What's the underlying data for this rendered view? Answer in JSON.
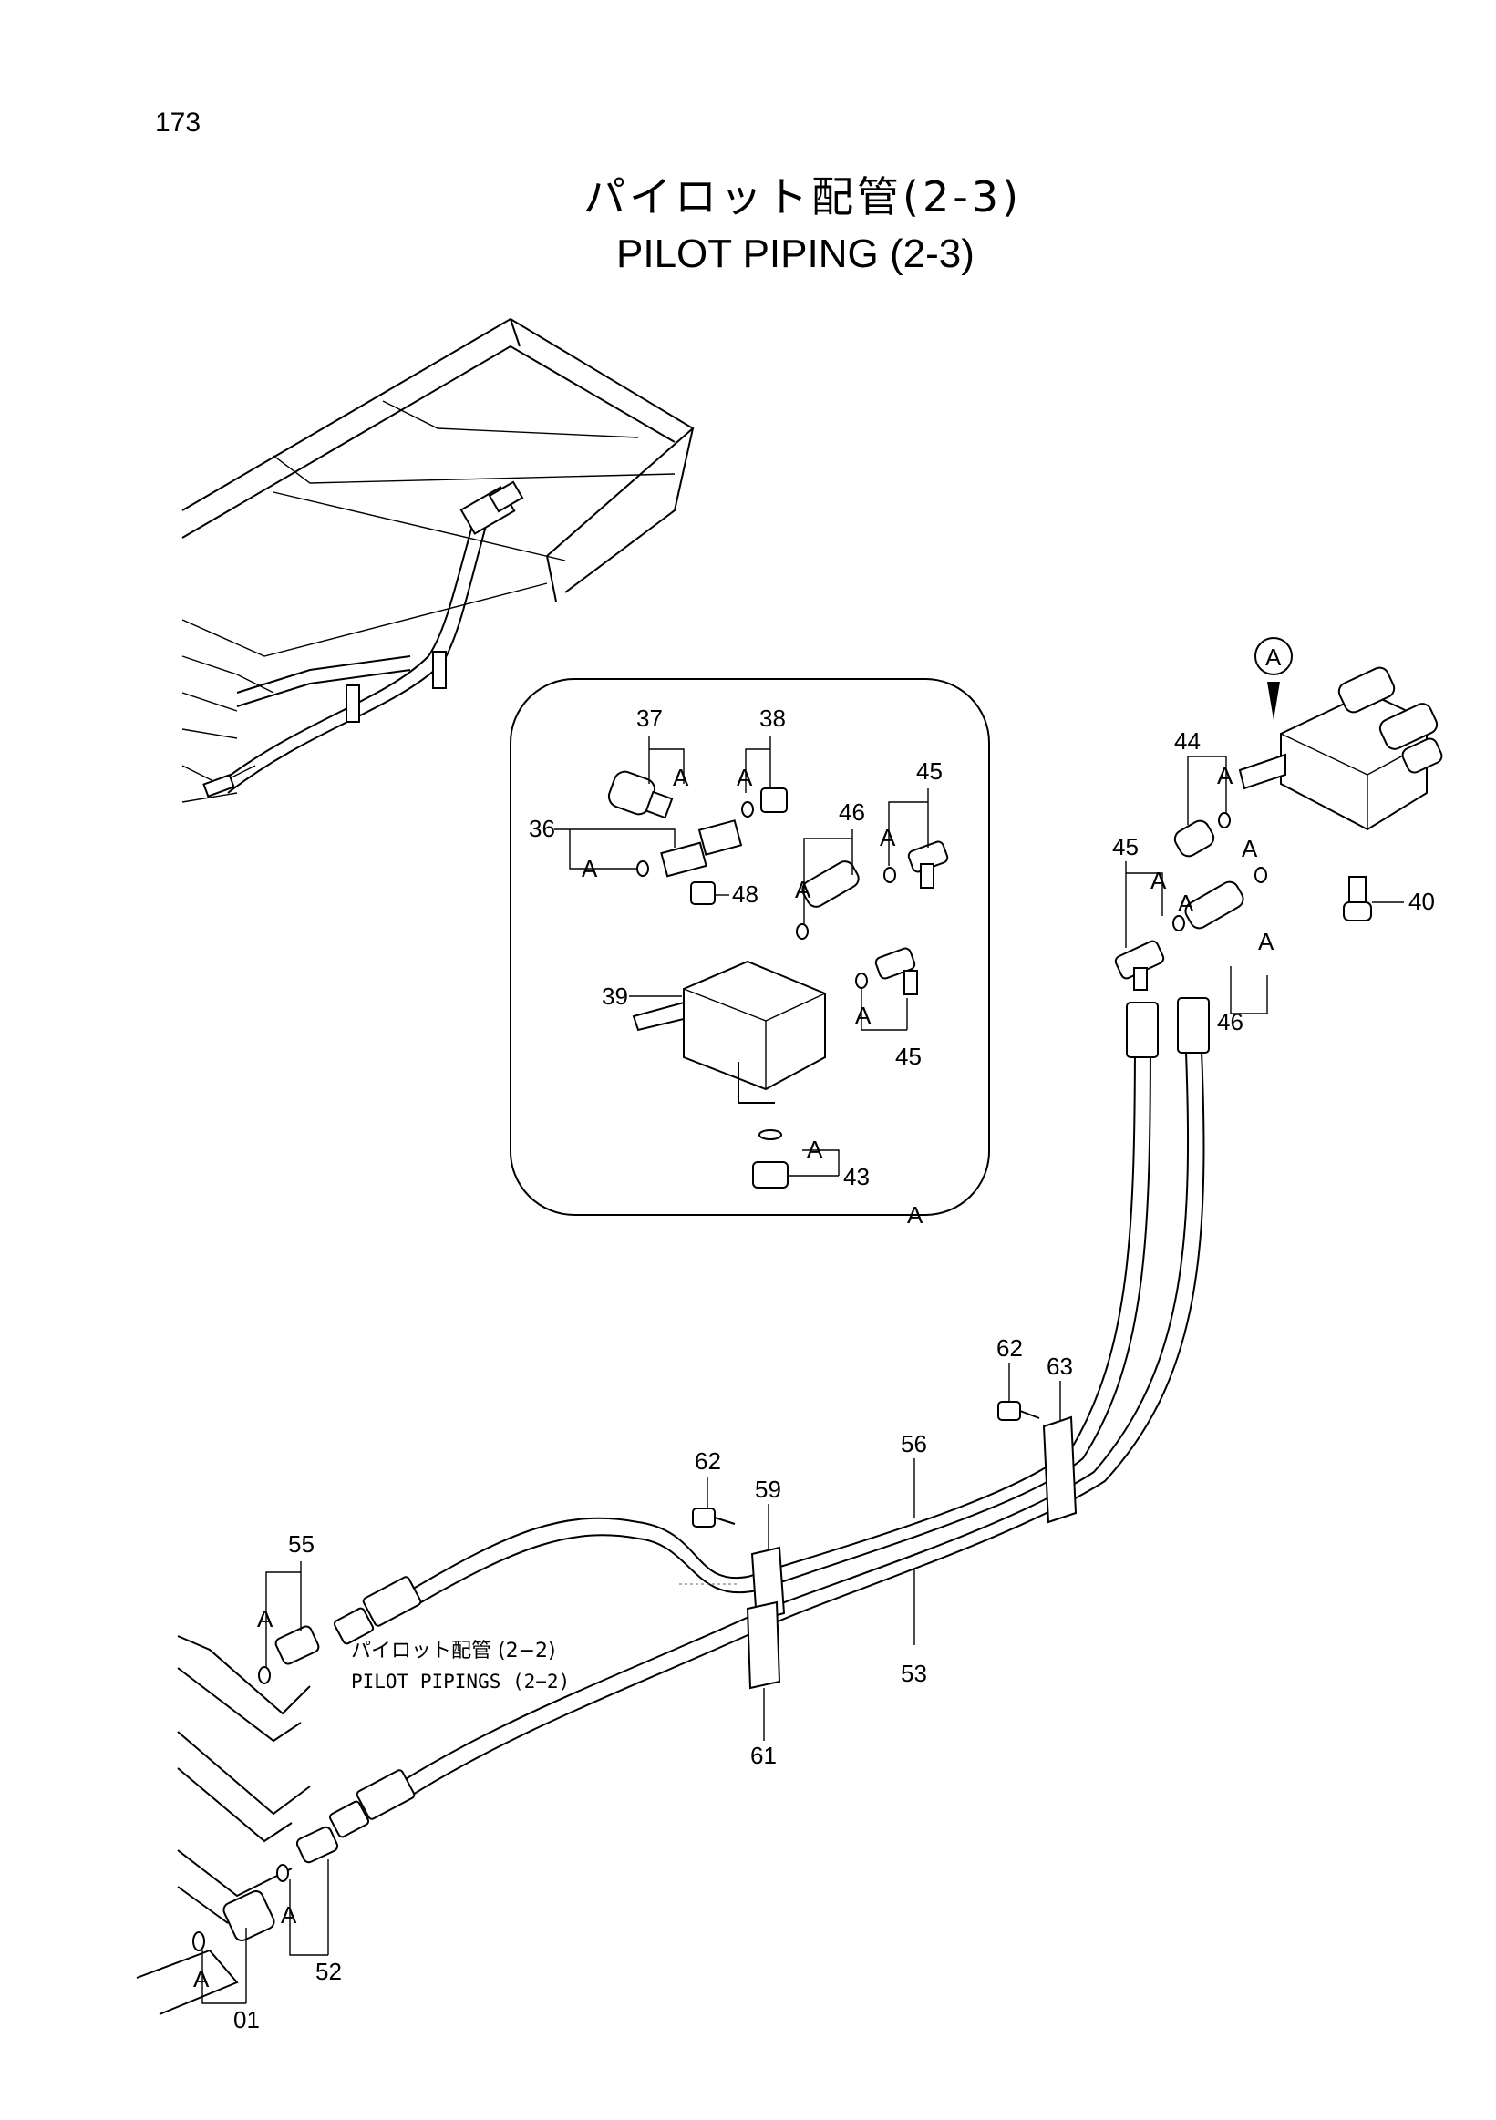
{
  "page_number": "173",
  "title": {
    "japanese": "パイロット配管(2-3)",
    "english": "PILOT PIPING (2-3)"
  },
  "reference": {
    "japanese": "パイロット配管 (2−2)",
    "english": "PILOT PIPINGS (2−2)"
  },
  "detail_marker": "A",
  "o_ring_marker": "A",
  "detail_view_callout": "A",
  "part_labels": {
    "p36": "36",
    "p37": "37",
    "p38": "38",
    "p39": "39",
    "p40": "40",
    "p43": "43",
    "p44": "44",
    "p45a": "45",
    "p45b": "45",
    "p45c": "45",
    "p46a": "46",
    "p46b": "46",
    "p48": "48",
    "p52": "52",
    "p53": "53",
    "p55": "55",
    "p56": "56",
    "p59": "59",
    "p61": "61",
    "p62a": "62",
    "p62b": "62",
    "p63": "63",
    "p01": "01"
  }
}
